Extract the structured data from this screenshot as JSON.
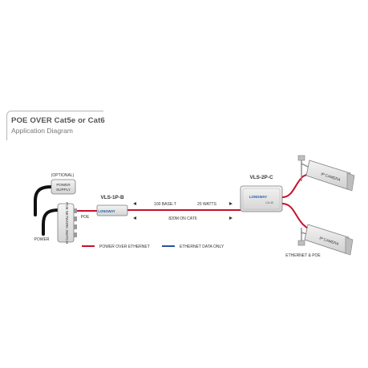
{
  "title": "POE OVER Cat5e or Cat6",
  "subtitle": "Application Diagram",
  "colors": {
    "power_over_ethernet": "#c8102e",
    "ethernet_data_only": "#2a4fa3",
    "device_fill": "#e6e6e6",
    "device_stroke": "#7d7d7d",
    "label_text": "#333333",
    "brand_blue": "#1f5fa8"
  },
  "labels": {
    "optional": "(OPTIONAL)",
    "power_supply_line1": "POWER",
    "power_supply_line2": "SUPPLY",
    "poe_switch": "POE NETWORK SWITCH",
    "power": "POWER",
    "poe": "POE",
    "vls_1p_b": "VLS-1P-B",
    "vls_2p_c": "VLS-2P-C",
    "base_t": "100 BASE-T",
    "watts": "25 WATTS",
    "distance": "820M ON CAT6",
    "ip_camera_top": "IP CAMERA",
    "ip_camera_bottom": "IP CAMERA",
    "ethernet_poe": "ETHERNET & POE",
    "brand": "LONGWAY",
    "device_sublabel": "CA 40"
  },
  "legend": [
    {
      "label": "POWER OVER ETHERNET",
      "color_key": "power_over_ethernet"
    },
    {
      "label": "ETHERNET DATA ONLY",
      "color_key": "ethernet_data_only"
    }
  ]
}
